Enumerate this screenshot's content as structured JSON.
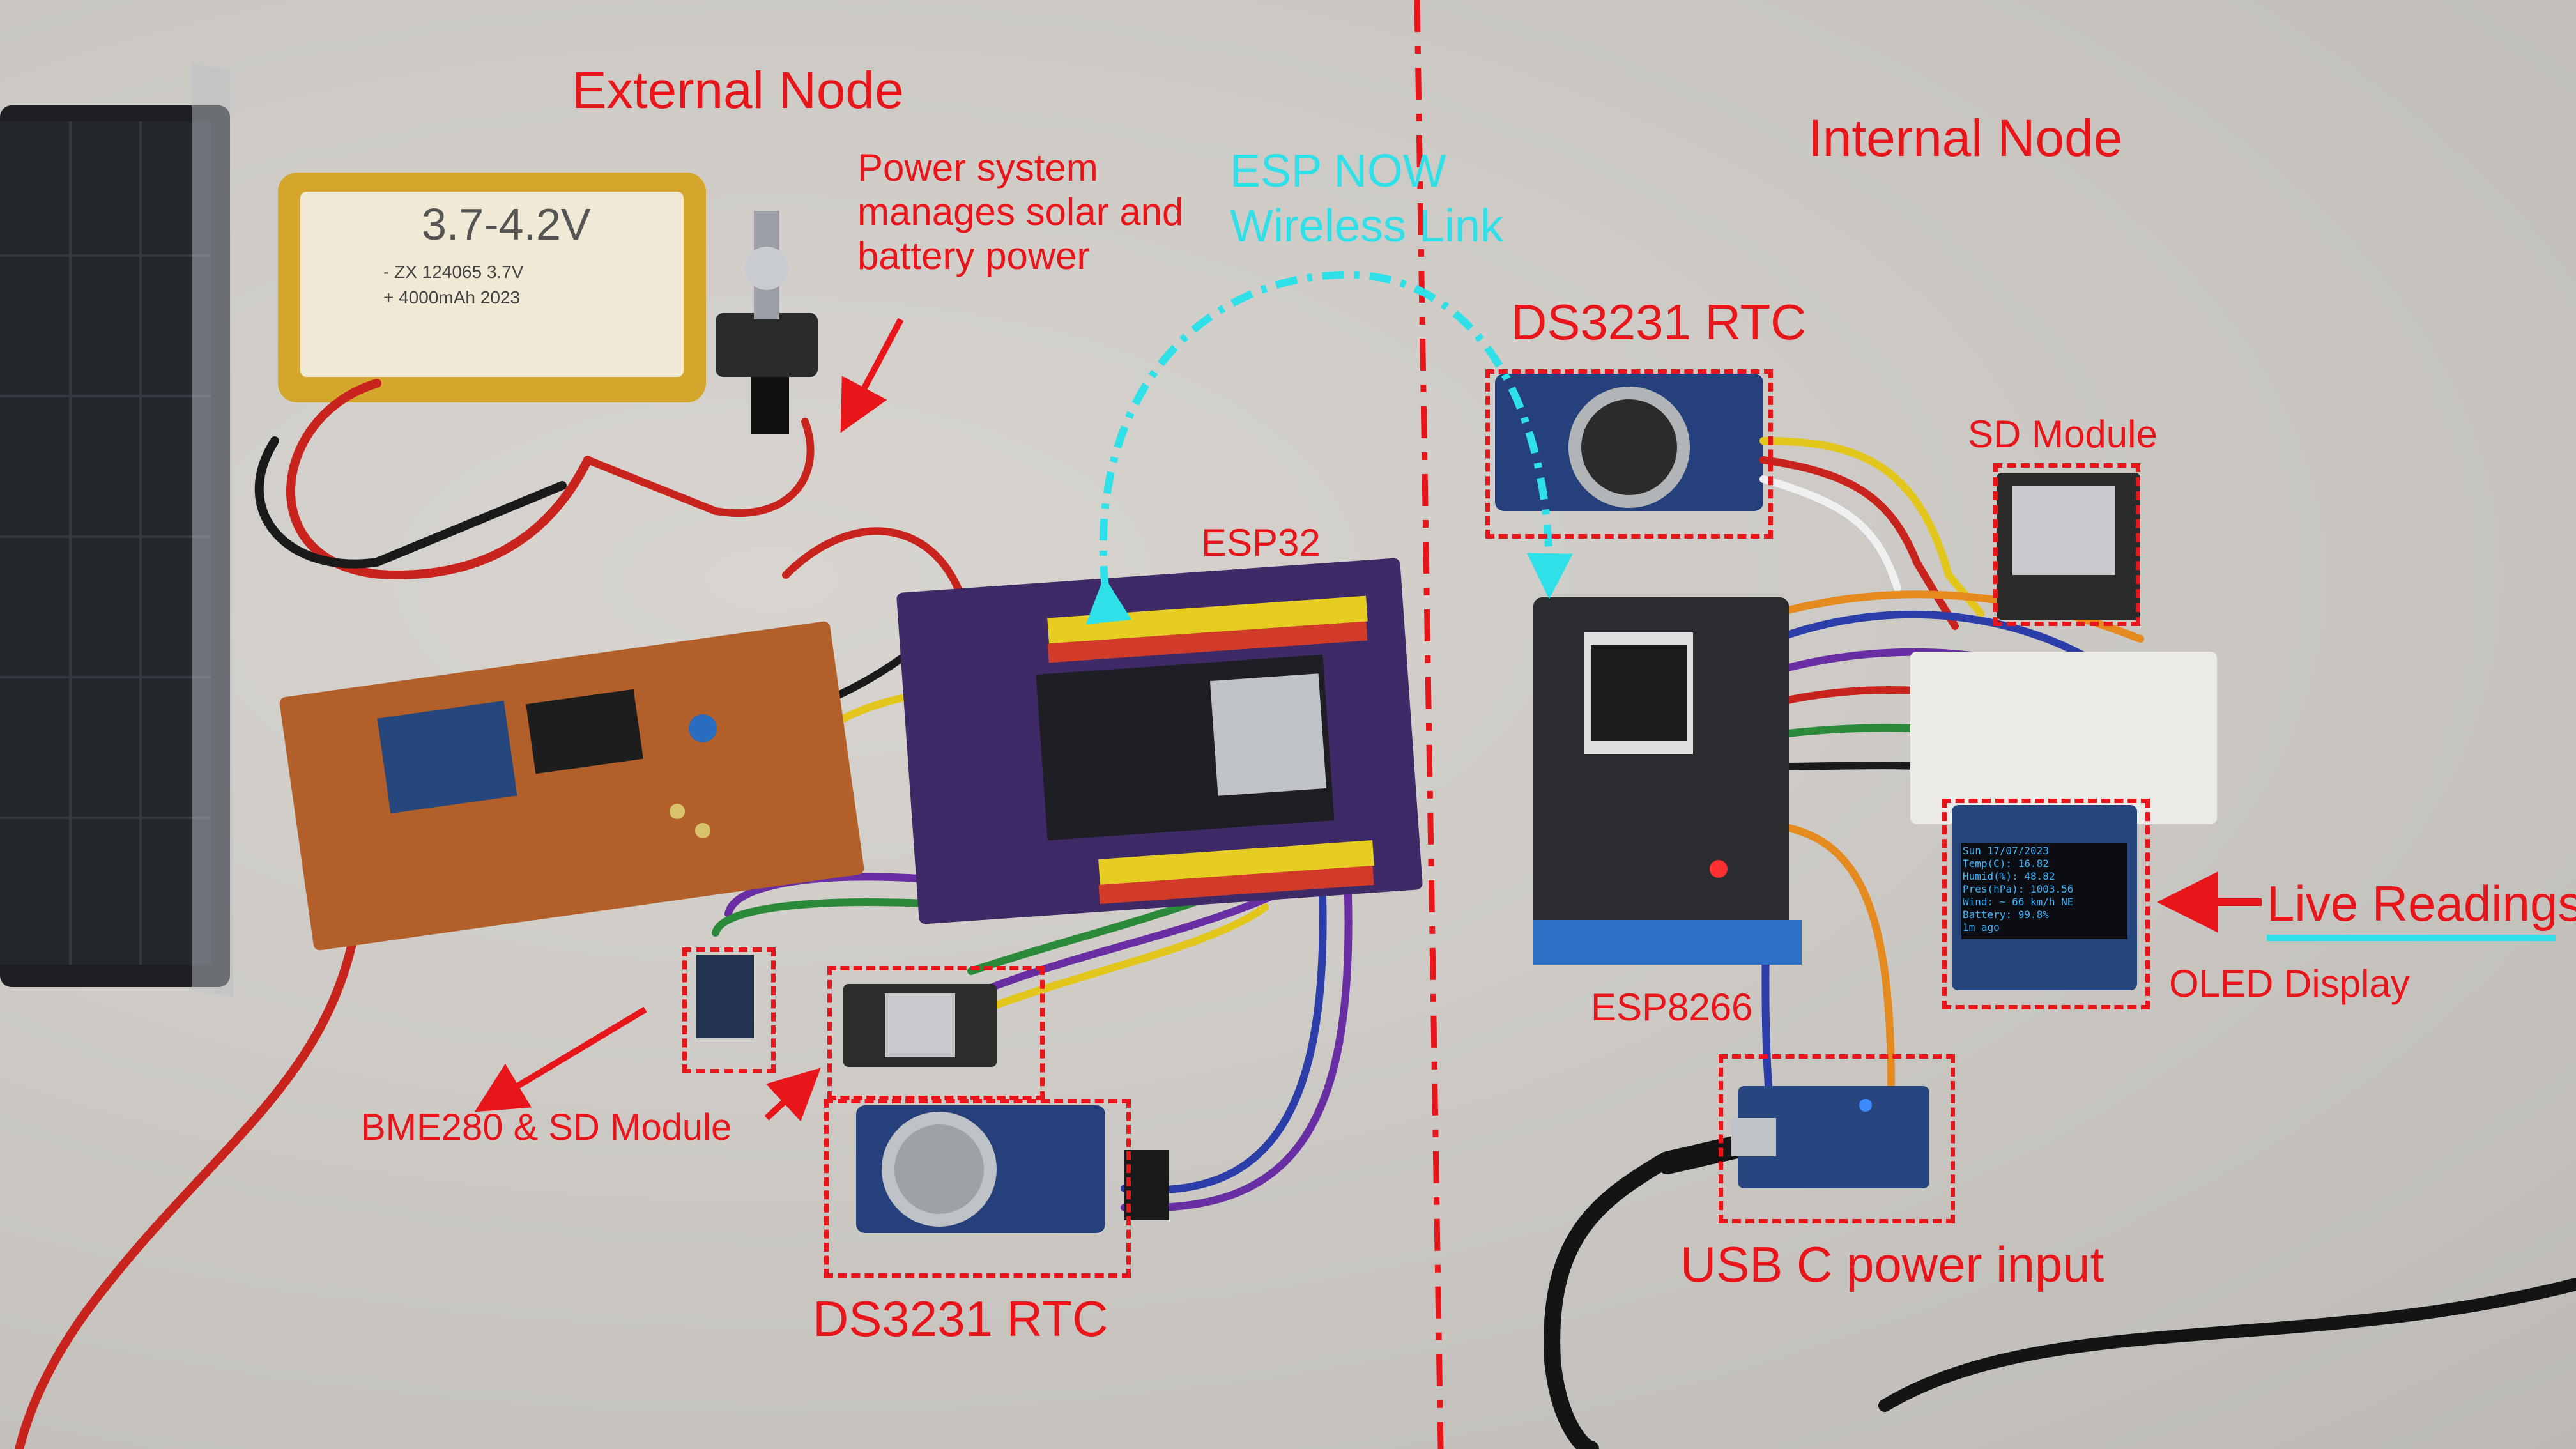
{
  "labels": {
    "external_node": "External Node",
    "internal_node": "Internal Node",
    "power_system": "Power system\nmanages solar and\nbattery power",
    "esp_now": "ESP NOW\nWireless Link",
    "esp32": "ESP32",
    "ds3231_top": "DS3231 RTC",
    "ds3231_bottom": "DS3231 RTC",
    "sd_module": "SD Module",
    "bme280_sd": "BME280 & SD Module",
    "esp8266": "ESP8266",
    "live_readings": "Live Readings",
    "oled_display": "OLED Display",
    "usb_c": "USB C power input"
  },
  "battery_text": {
    "handwriting": "3.7-4.2V",
    "line1": "- ZX 124065 3.7V",
    "line2": "+ 4000mAh   2023"
  },
  "oled_lines": [
    "Sun 17/07/2023",
    "Temp(C):  16.82",
    "Humid(%): 48.82",
    "Pres(hPa): 1003.56",
    "Wind: ~ 66 km/h NE",
    "Battery: 99.8%",
    "1m ago"
  ],
  "colors": {
    "annotation_red": "#e8151b",
    "wireless_cyan": "#2fe0e8",
    "board_purple": "#3d2a66",
    "pcb_blue": "#24407a"
  }
}
